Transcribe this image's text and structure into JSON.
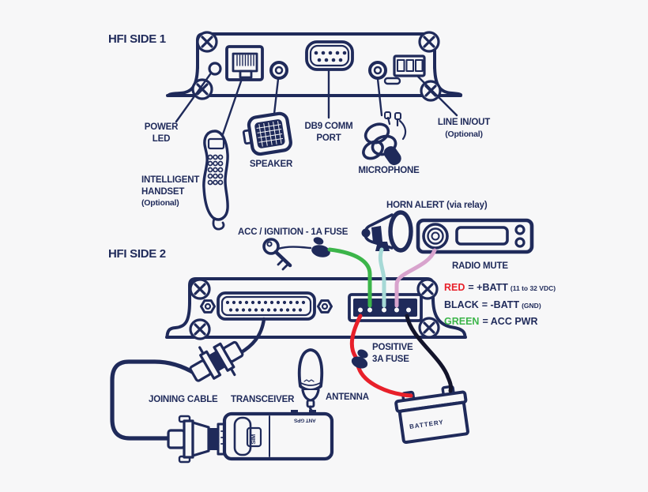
{
  "colors": {
    "navy": "#1f2a5a",
    "background": "#f7f7f8",
    "red": "#e8202a",
    "green": "#3cb54a",
    "teal": "#a6d9d6",
    "pink": "#d8a3cd",
    "black_wire": "#13142b",
    "white": "#ffffff"
  },
  "side1": {
    "title": "HFI SIDE 1",
    "labels": {
      "power_led": [
        "POWER",
        "LED"
      ],
      "handset": [
        "INTELLIGENT",
        "HANDSET",
        "(Optional)"
      ],
      "speaker": "SPEAKER",
      "db9": [
        "DB9 COMM",
        "PORT"
      ],
      "microphone": "MICROPHONE",
      "line_in_out": [
        "LINE IN/OUT",
        "(Optional)"
      ]
    }
  },
  "side2": {
    "title": "HFI SIDE 2",
    "labels": {
      "acc_ignition": "ACC / IGNITION - 1A FUSE",
      "horn_alert": "HORN ALERT (via relay)",
      "radio_mute": "RADIO MUTE",
      "positive_fuse": [
        "POSITIVE",
        "3A FUSE"
      ],
      "joining_cable": "JOINING CABLE",
      "transceiver": "TRANSCEIVER",
      "antenna": "ANTENNA"
    },
    "device_text": {
      "battery": "BATTERY",
      "sim": "SIM",
      "ant_gps": "ANT GPS"
    }
  },
  "legend": {
    "rows": [
      {
        "word": "RED",
        "word_color": "red",
        "body": "= +BATT",
        "note": "(11 to 32 VDC)"
      },
      {
        "word": "BLACK",
        "word_color": "navy",
        "body": "= -BATT",
        "note": "(GND)"
      },
      {
        "word": "GREEN",
        "word_color": "green",
        "body": "= ACC PWR",
        "note": ""
      }
    ]
  },
  "wires": [
    {
      "name": "acc-power-wire",
      "color_key": "green"
    },
    {
      "name": "horn-alert-wire",
      "color_key": "teal"
    },
    {
      "name": "radio-mute-wire",
      "color_key": "pink"
    },
    {
      "name": "positive-battery-wire",
      "color_key": "red"
    },
    {
      "name": "negative-battery-wire",
      "color_key": "black_wire"
    }
  ]
}
